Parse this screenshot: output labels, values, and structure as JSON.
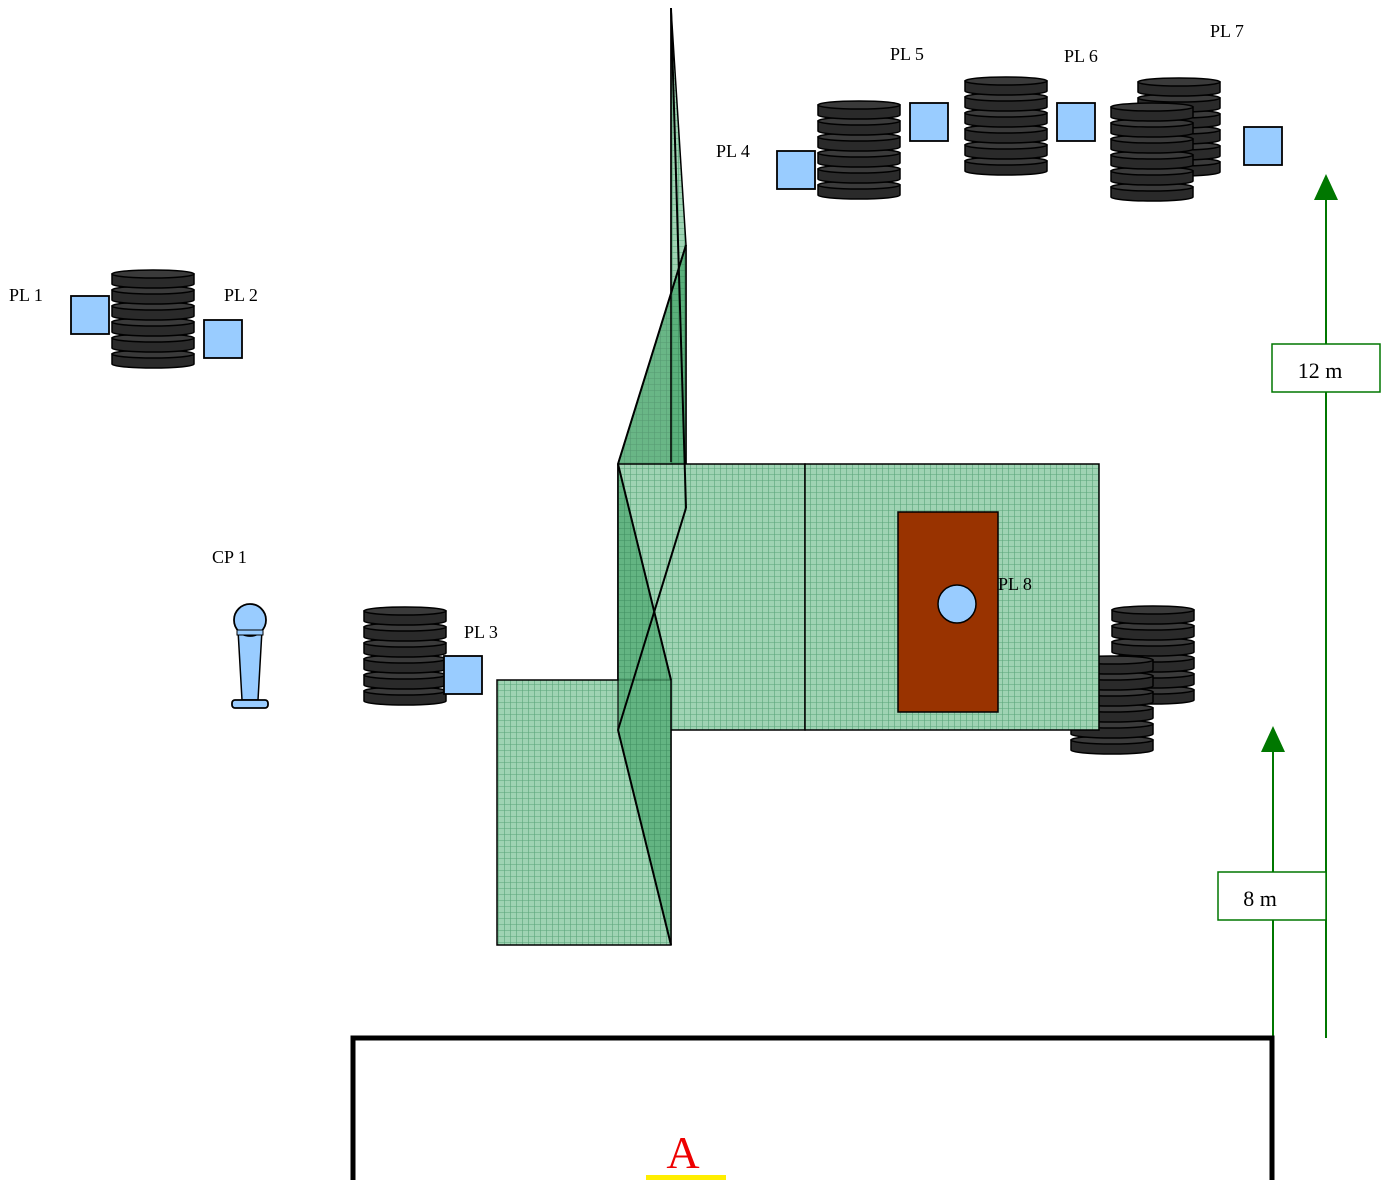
{
  "colors": {
    "tire": "#2a2a2a",
    "tire_top": "#3a3a3a",
    "plate": "#99ccff",
    "net_fill": "#9fd3b3",
    "net_grid": "#5aa57a",
    "net_dark": "#45a06a",
    "target_panel": "#993300",
    "arrow": "#007700",
    "label_A": "#ee0000",
    "underline_A": "#ffee00"
  },
  "labels": {
    "pl1": "PL 1",
    "pl2": "PL 2",
    "pl3": "PL 3",
    "pl4": "PL 4",
    "pl5": "PL 5",
    "pl6": "PL 6",
    "pl7": "PL 7",
    "pl8": "PL 8",
    "cp1": "CP 1"
  },
  "distances": {
    "near": "8 m",
    "far": "12 m"
  },
  "start_area": {
    "label": "A"
  },
  "icons": {
    "tire_stack": "tire-stack-icon",
    "plate": "plate-icon",
    "control_point": "control-point-icon"
  }
}
